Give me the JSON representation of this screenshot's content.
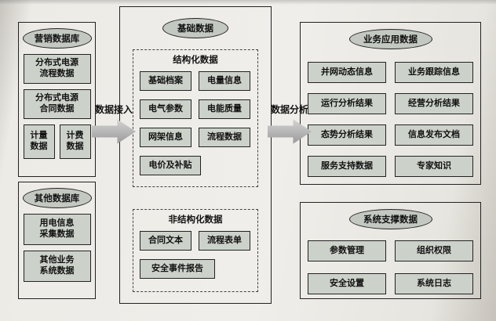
{
  "arrows": {
    "access": "数据接入",
    "analysis": "数据分析"
  },
  "left": {
    "marketing": {
      "title": "营销数据库",
      "items": [
        "分布式电源\n流程数据",
        "分布式电源\n合同数据"
      ],
      "sub_items": [
        "计量\n数据",
        "计费\n数据"
      ]
    },
    "other": {
      "title": "其他数据库",
      "items": [
        "用电信息\n采集数据",
        "其他业务\n系统数据"
      ]
    }
  },
  "center": {
    "title": "基础数据",
    "structured": {
      "title": "结构化数据",
      "items": [
        "基础档案",
        "电量信息",
        "电气参数",
        "电能质量",
        "网架信息",
        "流程数据",
        "电价及补贴"
      ]
    },
    "unstructured": {
      "title": "非结构化数据",
      "items": [
        "合同文本",
        "流程表单",
        "安全事件报告"
      ]
    }
  },
  "right": {
    "business": {
      "title": "业务应用数据",
      "items": [
        "并网动态信息",
        "业务跟踪信息",
        "运行分析结果",
        "经营分析结果",
        "态势分析结果",
        "信息发布文档",
        "服务支持数据",
        "专家知识"
      ]
    },
    "system": {
      "title": "系统支撑数据",
      "items": [
        "参数管理",
        "组织权限",
        "安全设置",
        "系统日志"
      ]
    }
  },
  "colors": {
    "box_fill": "#ccd2ca",
    "ellipse_fill": "#c3c8c1",
    "border": "#222222"
  }
}
